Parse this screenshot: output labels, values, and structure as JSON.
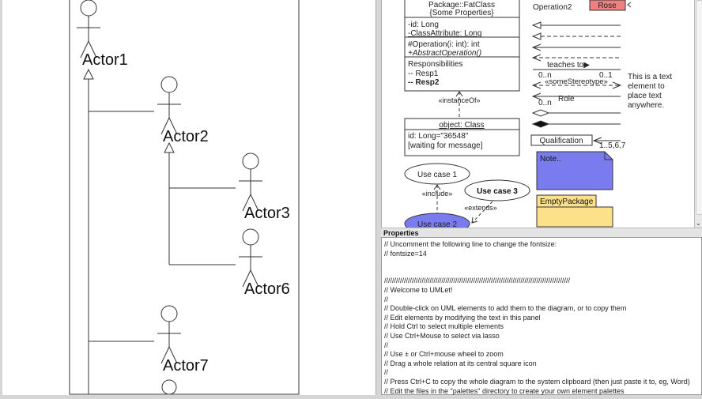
{
  "diagram": {
    "actors": [
      "Actor1",
      "Actor2",
      "Actor3",
      "Actor6",
      "Actor7",
      ""
    ]
  },
  "palette": {
    "fat_class": {
      "name": "Package::FatClass",
      "properties": "{Some Properties}",
      "attributes": [
        "-id: Long",
        "-ClassAttribute: Long"
      ],
      "operations": [
        "#Operation(i: int): int",
        "+AbstractOperation()"
      ],
      "responsibilities": [
        "Responsibilities",
        "-- Resp1",
        "-- Resp2"
      ]
    },
    "instance_of": "«instanceOf»",
    "object": {
      "name": "object: Class",
      "lines": [
        "id: Long=\"36548\"",
        "[waiting for message]"
      ]
    },
    "use_cases": [
      "Use case 1",
      "Use case 3",
      "Use case 2"
    ],
    "include": "«include»",
    "extends": "«extends»",
    "operation2": "Operation2",
    "rose": "Rose",
    "teaches_to": "teaches to▶",
    "mult_left": "0..n",
    "mult_right": "0..1",
    "stereotype": "«someStereotype»",
    "role_mult": "0..n",
    "role": "Role",
    "qualification": "Qualification",
    "qual_mult": "1..5,6,7",
    "note": "Note..",
    "package": "EmptyPackage",
    "text_element": [
      "This is a text",
      "element to",
      "place text",
      "anywhere."
    ],
    "colors": {
      "rose": "#f08080",
      "note": "#7b7bf0",
      "package": "#fce08a",
      "use_case_2": "#7b7bf0"
    }
  },
  "properties": {
    "title": "Properties",
    "lines": [
      "// Uncomment the following line to change the fontsize:",
      "// fontsize=14",
      "",
      "",
      "//////////////////////////////////////////////////////////////////////////////////////////////",
      "// Welcome to UMLet!",
      "//",
      "// Double-click on UML elements to add them to the diagram, or to copy them",
      "// Edit elements by modifying the text in this panel",
      "// Hold Ctrl to select multiple elements",
      "// Use Ctrl+Mouse to select via lasso",
      "//",
      "// Use ± or Ctrl+mouse wheel to zoom",
      "// Drag a whole relation at its central square icon",
      "//",
      "// Press Ctrl+C to copy the whole diagram to the system clipboard (then just paste it to, eg, Word)",
      "// Edit the files in the \"palettes\" directory to create your own element palettes"
    ]
  }
}
